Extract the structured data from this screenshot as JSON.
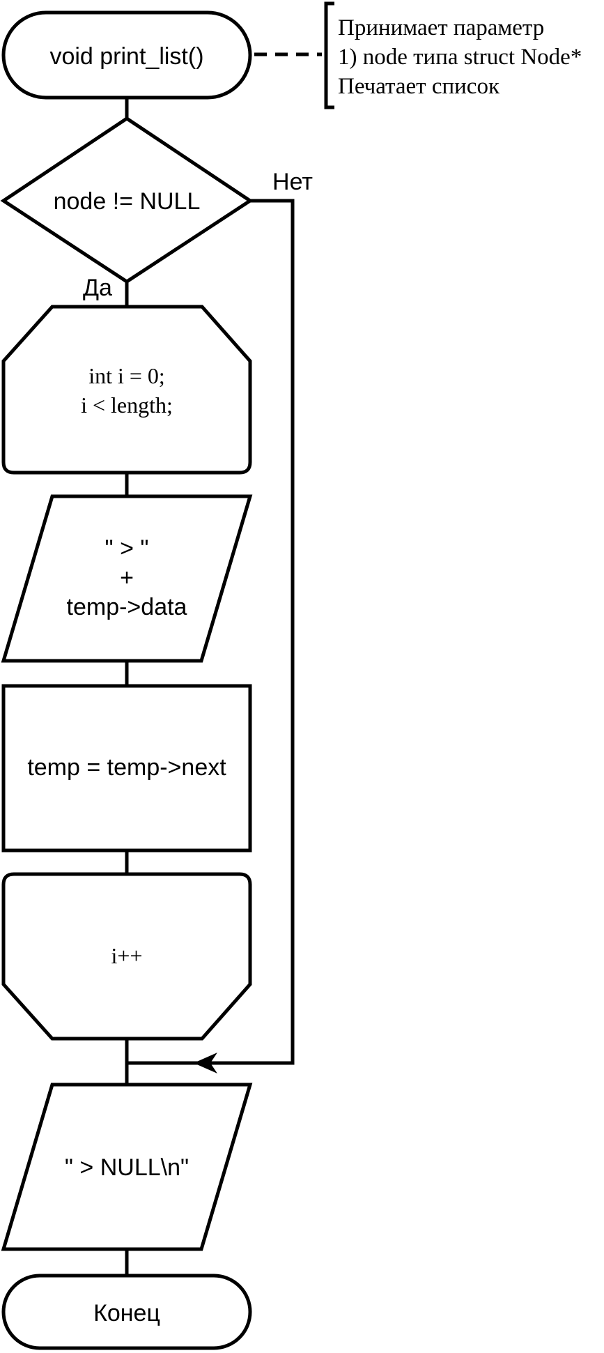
{
  "flowchart": {
    "start": {
      "text": "void print_list()"
    },
    "comment": {
      "lines": [
        "Принимает параметр",
        "1) node типа struct Node*",
        "Печатает список"
      ]
    },
    "decision": {
      "text": "node != NULL",
      "yes_label": "Да",
      "no_label": "Нет"
    },
    "loop_start": {
      "lines": [
        "int i = 0;",
        "i < length;"
      ]
    },
    "output_data": {
      "lines": [
        "\" > \"",
        "+",
        "temp->data"
      ]
    },
    "process": {
      "text": "temp = temp->next"
    },
    "loop_end": {
      "text": "i++"
    },
    "output_null": {
      "text": "\" > NULL\\n\""
    },
    "end": {
      "text": "Конец"
    }
  }
}
